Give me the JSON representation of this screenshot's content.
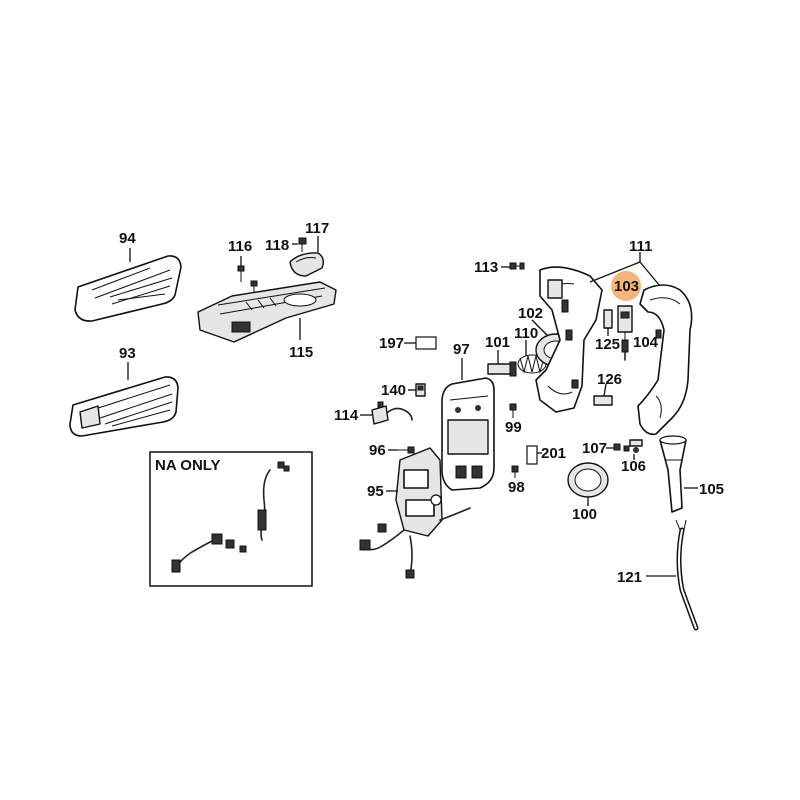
{
  "labels": {
    "p94": "94",
    "p93": "93",
    "p116": "116",
    "p118": "118",
    "p117": "117",
    "p115": "115",
    "p197": "197",
    "p97": "97",
    "p101": "101",
    "p110": "110",
    "p102": "102",
    "p113": "113",
    "p111": "111",
    "p103": "103",
    "p125": "125",
    "p104": "104",
    "p140": "140",
    "p114": "114",
    "p96": "96",
    "p95": "95",
    "p99": "99",
    "p201": "201",
    "p98": "98",
    "p126": "126",
    "p107": "107",
    "p106": "106",
    "p100": "100",
    "p105": "105",
    "p121": "121"
  },
  "na_box_title": "NA ONLY",
  "highlight": {
    "part": "103",
    "color": "#f5b57a"
  }
}
